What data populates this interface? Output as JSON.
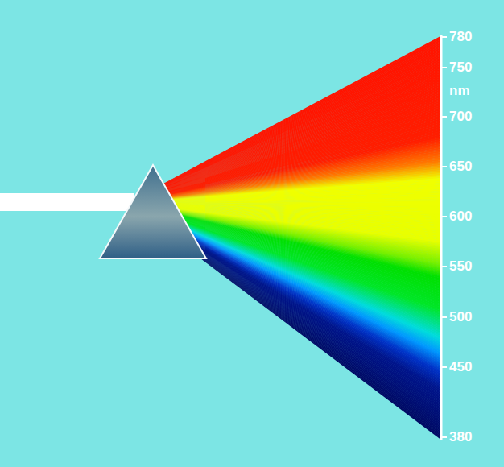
{
  "diagram": {
    "labels": [
      "780",
      "750",
      "nm",
      "700",
      "650",
      "600",
      "550",
      "500",
      "450",
      "380"
    ]
  }
}
